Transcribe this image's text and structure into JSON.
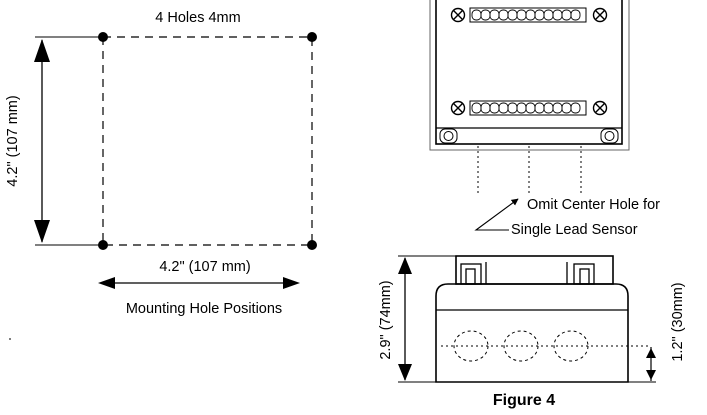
{
  "mounting": {
    "holes_label": "4 Holes 4mm",
    "height_label": "4.2\" (107 mm)",
    "width_label": "4.2\" (107 mm)",
    "caption": "Mounting Hole Positions"
  },
  "sensor_top": {
    "note_line1": "Omit Center Hole for",
    "note_line2": "Single Lead Sensor"
  },
  "sensor_side": {
    "height_label": "2.9\" (74mm)",
    "hole_height_label": "1.2\" (30mm)"
  },
  "figure_caption": "Figure 4"
}
